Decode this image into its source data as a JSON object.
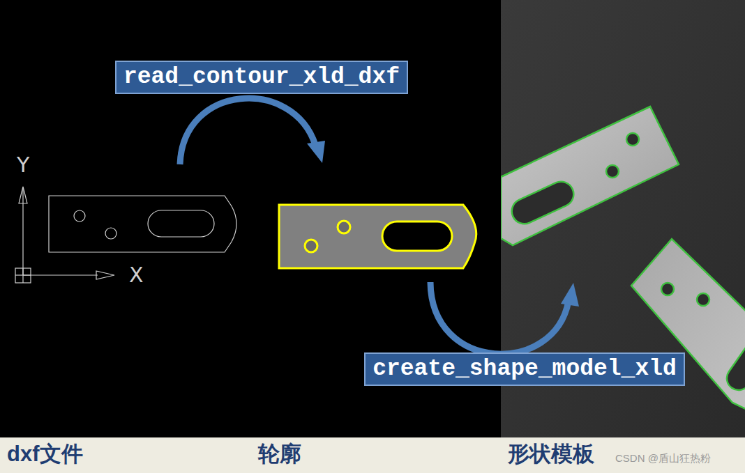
{
  "diagram": {
    "nodes": [
      {
        "text": [
          "read_contour_xld_dxf"
        ]
      },
      {
        "text": [
          "create_shape_model_xld"
        ]
      }
    ],
    "labels": [
      "Y",
      "X",
      "dxf文件",
      "轮廓",
      "形状模板",
      "CSDN @盾山狂热粉"
    ]
  }
}
